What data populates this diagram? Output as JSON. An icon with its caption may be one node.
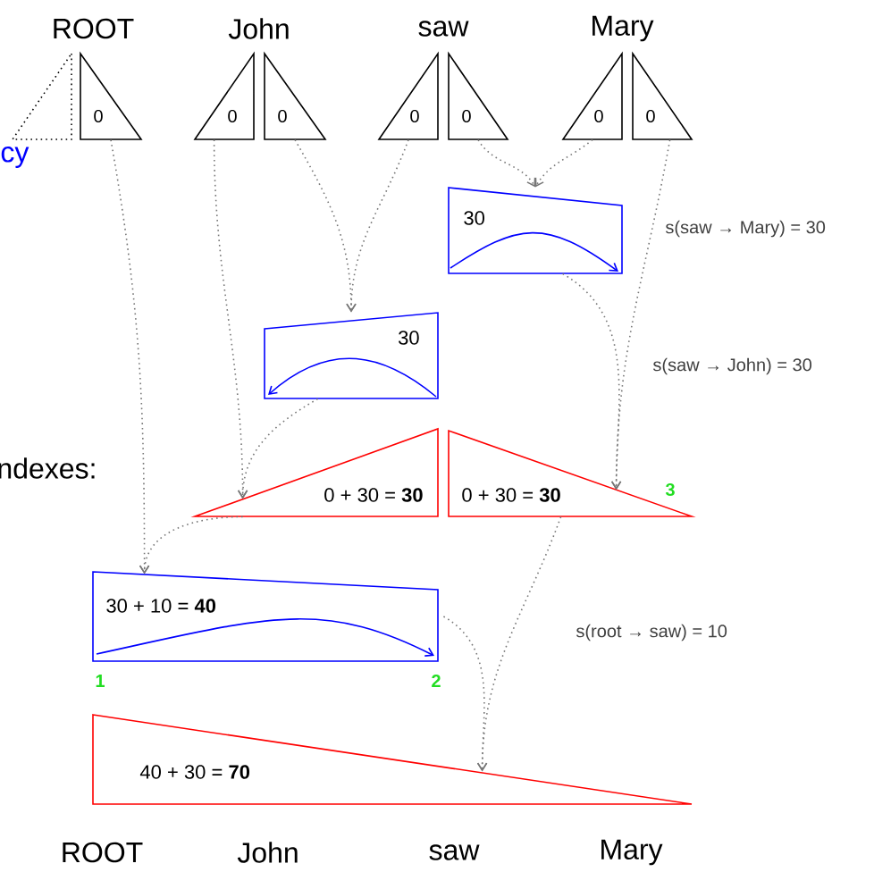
{
  "diagram": {
    "nodes": [
      {
        "text": [],
        "shape": "triangle"
      },
      {
        "text": [
          "0"
        ]
      },
      {
        "text": [
          "0"
        ]
      },
      {
        "text": [
          "0"
        ]
      },
      {
        "text": [
          "0"
        ]
      },
      {
        "text": [
          "0"
        ]
      },
      {
        "text": [
          "0"
        ]
      },
      {
        "text": [
          "0"
        ]
      },
      {
        "text": [
          "30"
        ]
      },
      {
        "text": [
          "30"
        ]
      },
      {
        "text": [
          "0 + 30 = **30**"
        ]
      },
      {
        "text": [
          "0 + 30 = **30**"
        ]
      },
      {
        "text": [
          "30 + 10 = **40**"
        ]
      },
      {
        "text": [
          "40 + 30 = **70**"
        ]
      }
    ],
    "edges": [
      {
        "from": 5,
        "to": 8,
        "arrow": "to"
      },
      {
        "from": 6,
        "to": 8,
        "arrow": "to"
      },
      {
        "from": 3,
        "to": 9,
        "arrow": "to"
      },
      {
        "from": 4,
        "to": 9,
        "arrow": "to"
      },
      {
        "from": 2,
        "to": 10,
        "arrow": "to"
      },
      {
        "from": 9,
        "to": 10,
        "arrow": "to"
      },
      {
        "from": 8,
        "to": 11,
        "arrow": "to"
      },
      {
        "from": 7,
        "to": 11,
        "arrow": "to"
      },
      {
        "from": 1,
        "to": 12,
        "arrow": "to"
      },
      {
        "from": 10,
        "to": 12,
        "arrow": "to"
      },
      {
        "from": 12,
        "to": 13,
        "arrow": "to"
      },
      {
        "from": 11,
        "to": 13,
        "arrow": "to"
      }
    ],
    "labels": [
      "ROOT",
      "John",
      "saw",
      "Mary",
      "cy",
      "s(saw → Mary) = 30",
      "s(saw → John) = 30",
      "ndexes:",
      "3",
      "s(root → saw) = 10",
      "1",
      "2",
      "ROOT",
      "John",
      "saw",
      "Mary"
    ]
  }
}
